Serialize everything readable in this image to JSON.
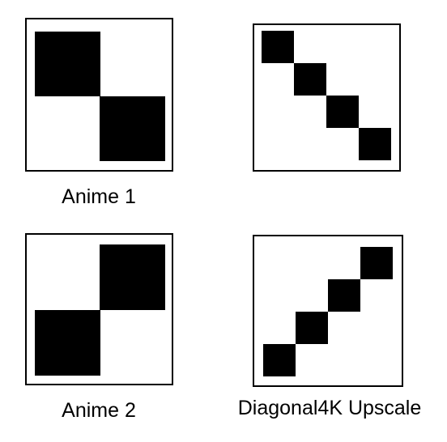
{
  "captions": {
    "anime1": "Anime 1",
    "anime2": "Anime 2",
    "diagonal": "Diagonal4K Upscale"
  },
  "colors": {
    "ink": "#000000",
    "background": "#ffffff"
  }
}
